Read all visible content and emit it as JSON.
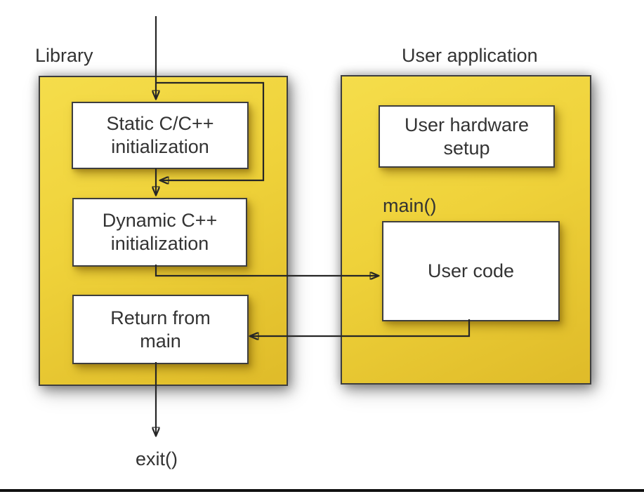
{
  "panels": {
    "library": {
      "label": "Library"
    },
    "user_application": {
      "label": "User application"
    }
  },
  "boxes": {
    "static_init": "Static C/C++\ninitialization",
    "dynamic_init": "Dynamic C++\ninitialization",
    "return_main": "Return from\nmain",
    "hardware_setup": "User hardware\nsetup",
    "user_code": "User code"
  },
  "labels": {
    "main_fn": "main()",
    "exit_fn": "exit()"
  },
  "colors": {
    "panel-yellow": "#efd23a",
    "panel-yellow-dark": "#dfbb29",
    "panel-border": "#3e3e3e",
    "arrow": "#262626",
    "text": "#333333"
  }
}
